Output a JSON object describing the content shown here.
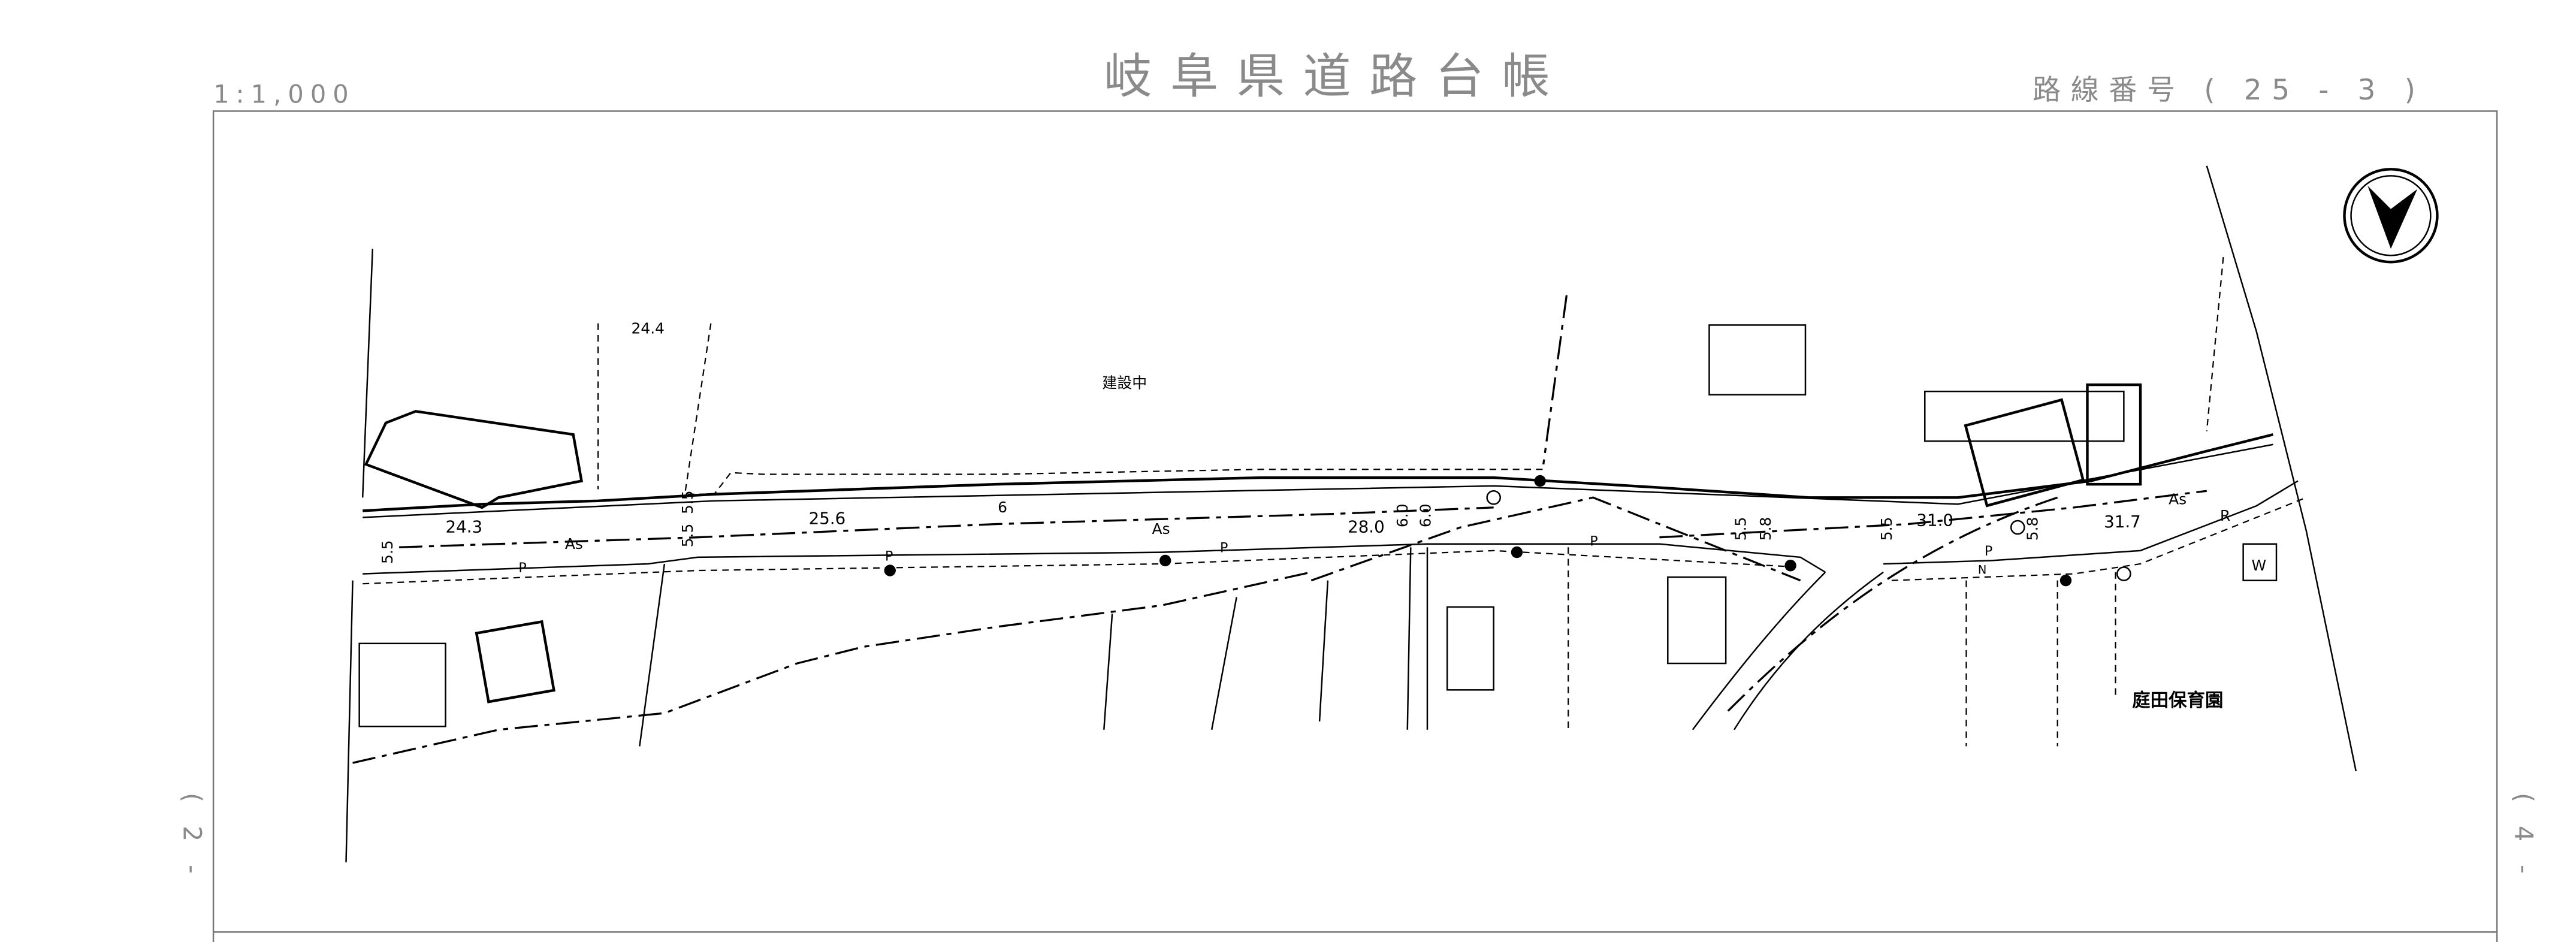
{
  "header": {
    "scale": "1:1,000",
    "title": "岐阜県道路台帳",
    "route_number": "路線番号 ( 25 - 3 )"
  },
  "side_labels": {
    "left": "(2-",
    "right": "(4-"
  },
  "map": {
    "north_arrow": "north-arrow-icon",
    "elevations": [
      "24.4",
      "24.3",
      "25.6",
      "28.0",
      "31.0",
      "31.7"
    ],
    "road_widths": [
      "5.5",
      "5.5",
      "5.5",
      "6.0",
      "6.0",
      "5.5",
      "5.5",
      "5.8",
      "5.8",
      "6"
    ],
    "surface_labels": [
      "As",
      "As",
      "As"
    ],
    "place_labels": {
      "construction": "建設中",
      "nursery": "庭田保育園"
    },
    "symbols": {
      "p": "P",
      "r": "R",
      "w": "W",
      "n": "N"
    }
  }
}
